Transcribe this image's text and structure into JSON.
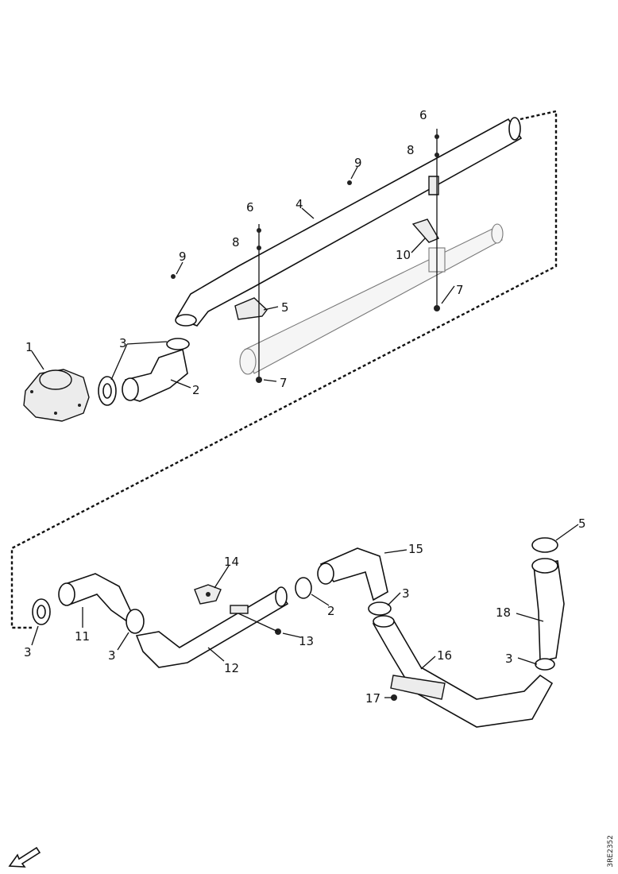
{
  "callouts": {
    "c1": "1",
    "c2a": "2",
    "c3a": "3",
    "c4": "4",
    "c5a": "5",
    "c6a": "6",
    "c7a": "7",
    "c8a": "8",
    "c9a": "9",
    "c6b": "6",
    "c8b": "8",
    "c9b": "9",
    "c10": "10",
    "c7b": "7",
    "c3b": "3",
    "c11": "11",
    "c3c": "3",
    "c12": "12",
    "c14": "14",
    "c13": "13",
    "c2b": "2",
    "c15": "15",
    "c3d": "3",
    "c16": "16",
    "c17": "17",
    "c5b": "5",
    "c18": "18",
    "c3e": "3"
  },
  "reference_code": "3RE2352",
  "icons": {
    "orientation_arrow": "front-direction-arrow-icon"
  }
}
